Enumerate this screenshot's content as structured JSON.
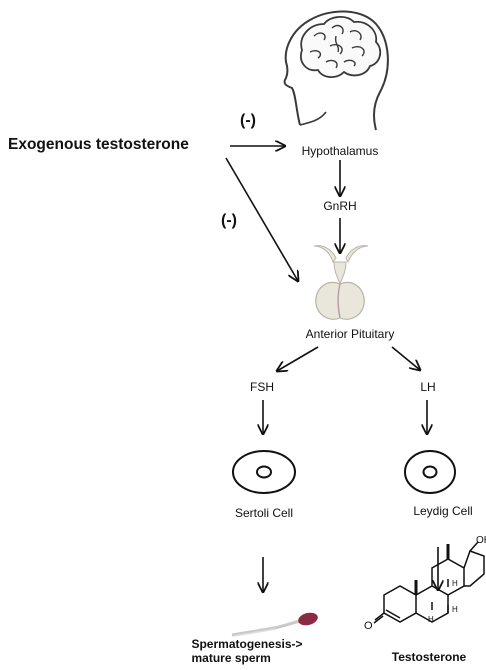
{
  "labels": {
    "exogenous": "Exogenous testosterone",
    "inhibit_1": "(-)",
    "inhibit_2": "(-)",
    "hypothalamus": "Hypothalamus",
    "gnrh": "GnRH",
    "anterior_pituitary": "Anterior Pituitary",
    "fsh": "FSH",
    "lh": "LH",
    "sertoli": "Sertoli Cell",
    "leydig": "Leydig Cell",
    "spermatogenesis_line1": "Spermatogenesis->",
    "spermatogenesis_line2": "mature sperm",
    "testosterone": "Testosterone"
  },
  "molecule": {
    "atom_o": "O",
    "atom_oh": "OH",
    "atom_h": "H"
  },
  "colors": {
    "line": "#111111",
    "brain": "#3a3a3a",
    "pituitary": "#e9e6dc",
    "sperm_head": "#8b2a45"
  }
}
